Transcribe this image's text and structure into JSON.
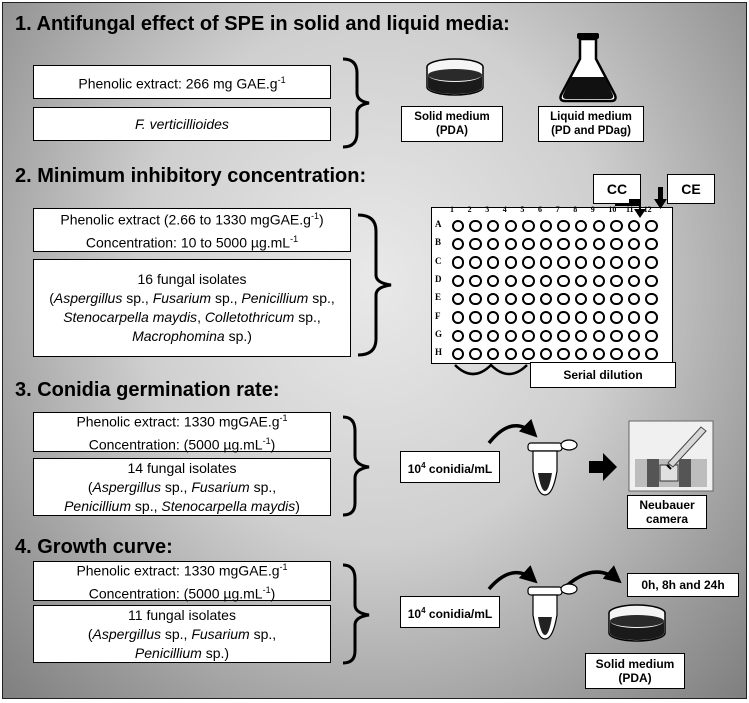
{
  "s1": {
    "title": "1. Antifungal effect of SPE in solid and liquid media:",
    "extract_pre": "Phenolic extract: 266 mg GAE.g",
    "extract_sup": "-1",
    "organism": "F. verticillioides",
    "solid_l1": "Solid medium",
    "solid_l2": "(PDA)",
    "liquid_l1": "Liquid medium",
    "liquid_l2": "(PD and  PDag)"
  },
  "s2": {
    "title": "2. Minimum inhibitory concentration:",
    "extract_pre": "Phenolic extract (2.66 to 1330 mgGAE.g",
    "extract_sup": "-1",
    "extract_post": ")",
    "conc_pre": "Concentration: 10 to 5000 µg.mL",
    "conc_sup": "-1",
    "isolates_count": "16 fungal isolates",
    "i1": "Aspergillus",
    "i1s": " sp., ",
    "i2": "Fusarium",
    "i2s": " sp., ",
    "i3": "Penicillium",
    "i3s": " sp., ",
    "i4": "Stenocarpella maydis",
    "i4s": ", ",
    "i5": "Colletothricum",
    "i5s": " sp., ",
    "i6": "Macrophomina",
    "i6s": " sp.)",
    "cc": "CC",
    "ce": "CE",
    "serial": "Serial dilution",
    "row_letters": [
      "A",
      "B",
      "C",
      "D",
      "E",
      "F",
      "G",
      "H"
    ],
    "col_numbers": [
      "1",
      "2",
      "3",
      "4",
      "5",
      "6",
      "7",
      "8",
      "9",
      "10",
      "11",
      "12"
    ]
  },
  "s3": {
    "title": "3. Conidia germination rate:",
    "extract_pre": "Phenolic extract: 1330 mgGAE.g",
    "extract_sup": "-1",
    "conc_pre": "Concentration: (5000 µg.mL",
    "conc_sup": "-1",
    "conc_post": ")",
    "isolates_count": "14 fungal isolates",
    "i1": "Aspergillus",
    "i1s": " sp., ",
    "i2": "Fusarium",
    "i2s": " sp.,",
    "i3": "Penicillium",
    "i3s": " sp., ",
    "i4": "Stenocarpella maydis",
    "i4s": ")",
    "conidia_base": "10",
    "conidia_sup": "4",
    "conidia_rest": " conidia/mL",
    "neubauer_l1": "Neubauer",
    "neubauer_l2": "camera"
  },
  "s4": {
    "title": "4. Growth curve:",
    "extract_pre": "Phenolic extract: 1330 mgGAE.g",
    "extract_sup": "-1",
    "conc_pre": "Concentration: (5000 µg.mL",
    "conc_sup": "-1",
    "conc_post": ")",
    "isolates_count": "11 fungal isolates",
    "i1": "Aspergillus",
    "i1s": " sp., ",
    "i2": "Fusarium",
    "i2s": " sp.,",
    "i3": "Penicillium",
    "i3s": " sp.)",
    "conidia_base": "10",
    "conidia_sup": "4",
    "conidia_rest": " conidia/mL",
    "times": "0h, 8h and 24h",
    "solid_l1": "Solid medium",
    "solid_l2": "(PDA)"
  }
}
